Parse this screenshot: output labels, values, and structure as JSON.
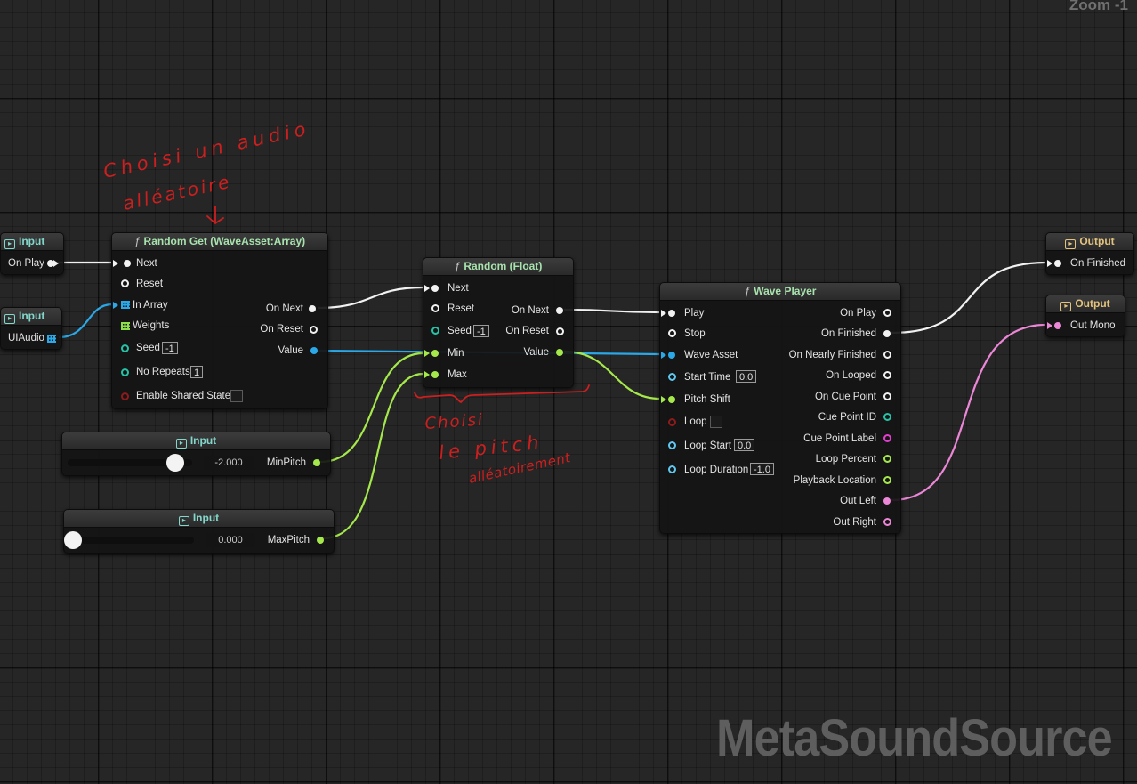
{
  "app": {
    "zoom": "Zoom -1",
    "graph_type": "MetaSoundSource"
  },
  "colors": {
    "exec": "#f2f2f2",
    "audio_asset": "#2aa8e8",
    "float": "#8be04a",
    "int": "#25c4a6",
    "audio": "#ec86d6",
    "string": "#e43ed0",
    "annotation": "#cc1f1f"
  },
  "nodes": {
    "input_on_play": {
      "title": "Input",
      "pin": "On Play"
    },
    "input_uiaudio": {
      "title": "Input",
      "pin": "UIAudio"
    },
    "random_get": {
      "title": "Random Get (WaveAsset:Array)",
      "inputs": [
        "Next",
        "Reset",
        "In Array",
        "Weights",
        "Seed",
        "No Repeats",
        "Enable Shared State"
      ],
      "outputs": [
        "On Next",
        "On Reset",
        "Value"
      ],
      "seed_value": "-1",
      "no_repeats_value": "1"
    },
    "random_float": {
      "title": "Random (Float)",
      "inputs": [
        "Next",
        "Reset",
        "Seed",
        "Min",
        "Max"
      ],
      "outputs": [
        "On Next",
        "On Reset",
        "Value"
      ],
      "seed_value": "-1"
    },
    "wave_player": {
      "title": "Wave Player",
      "inputs": [
        "Play",
        "Stop",
        "Wave Asset",
        "Start Time",
        "Pitch Shift",
        "Loop",
        "Loop Start",
        "Loop Duration"
      ],
      "outputs": [
        "On Play",
        "On Finished",
        "On Nearly Finished",
        "On Looped",
        "On Cue Point",
        "Cue Point ID",
        "Cue Point Label",
        "Loop Percent",
        "Playback Location",
        "Out Left",
        "Out Right"
      ],
      "start_time": "0.0",
      "loop_start": "0.0",
      "loop_duration": "-1.0"
    },
    "input_min_pitch": {
      "title": "Input",
      "pin": "MinPitch",
      "value": "-2.000",
      "slider_fraction": 0.79
    },
    "input_max_pitch": {
      "title": "Input",
      "pin": "MaxPitch",
      "value": "0.000",
      "slider_fraction": 0.0
    },
    "output_on_finished": {
      "title": "Output",
      "pin": "On Finished"
    },
    "output_out_mono": {
      "title": "Output",
      "pin": "Out Mono"
    }
  },
  "annotations": {
    "random_audio_line1": "Choisi un audio",
    "random_audio_line2": "alléatoire",
    "random_pitch_line1": "Choisi",
    "random_pitch_line2": "le pitch",
    "random_pitch_line3": "alléatoirement"
  }
}
